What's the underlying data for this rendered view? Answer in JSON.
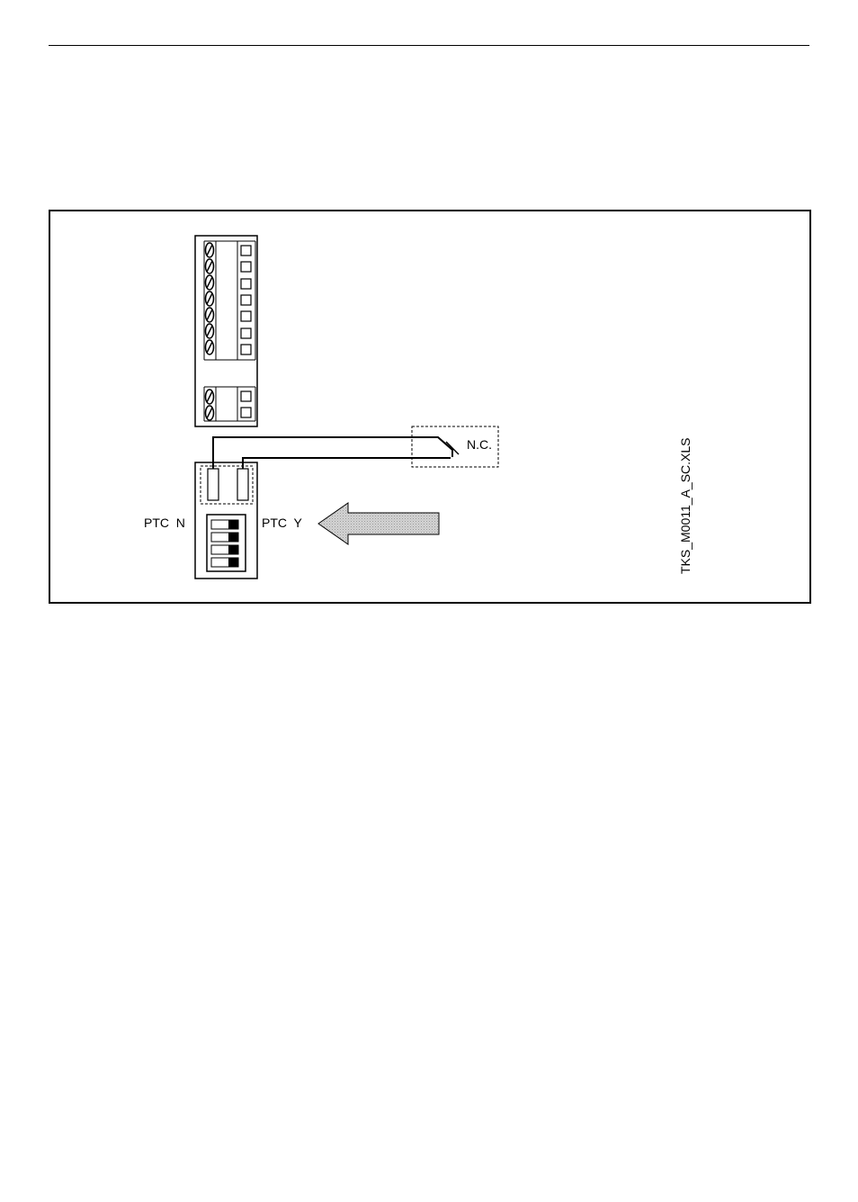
{
  "diagram": {
    "labels": {
      "ptc_n": "PTC  N",
      "ptc_y": "PTC  Y",
      "contact": "N.C.",
      "file_ref": "TKS_M0011_A_SC.XLS"
    },
    "arrow_fill": "#c8c8c8",
    "line_color": "#000000"
  }
}
